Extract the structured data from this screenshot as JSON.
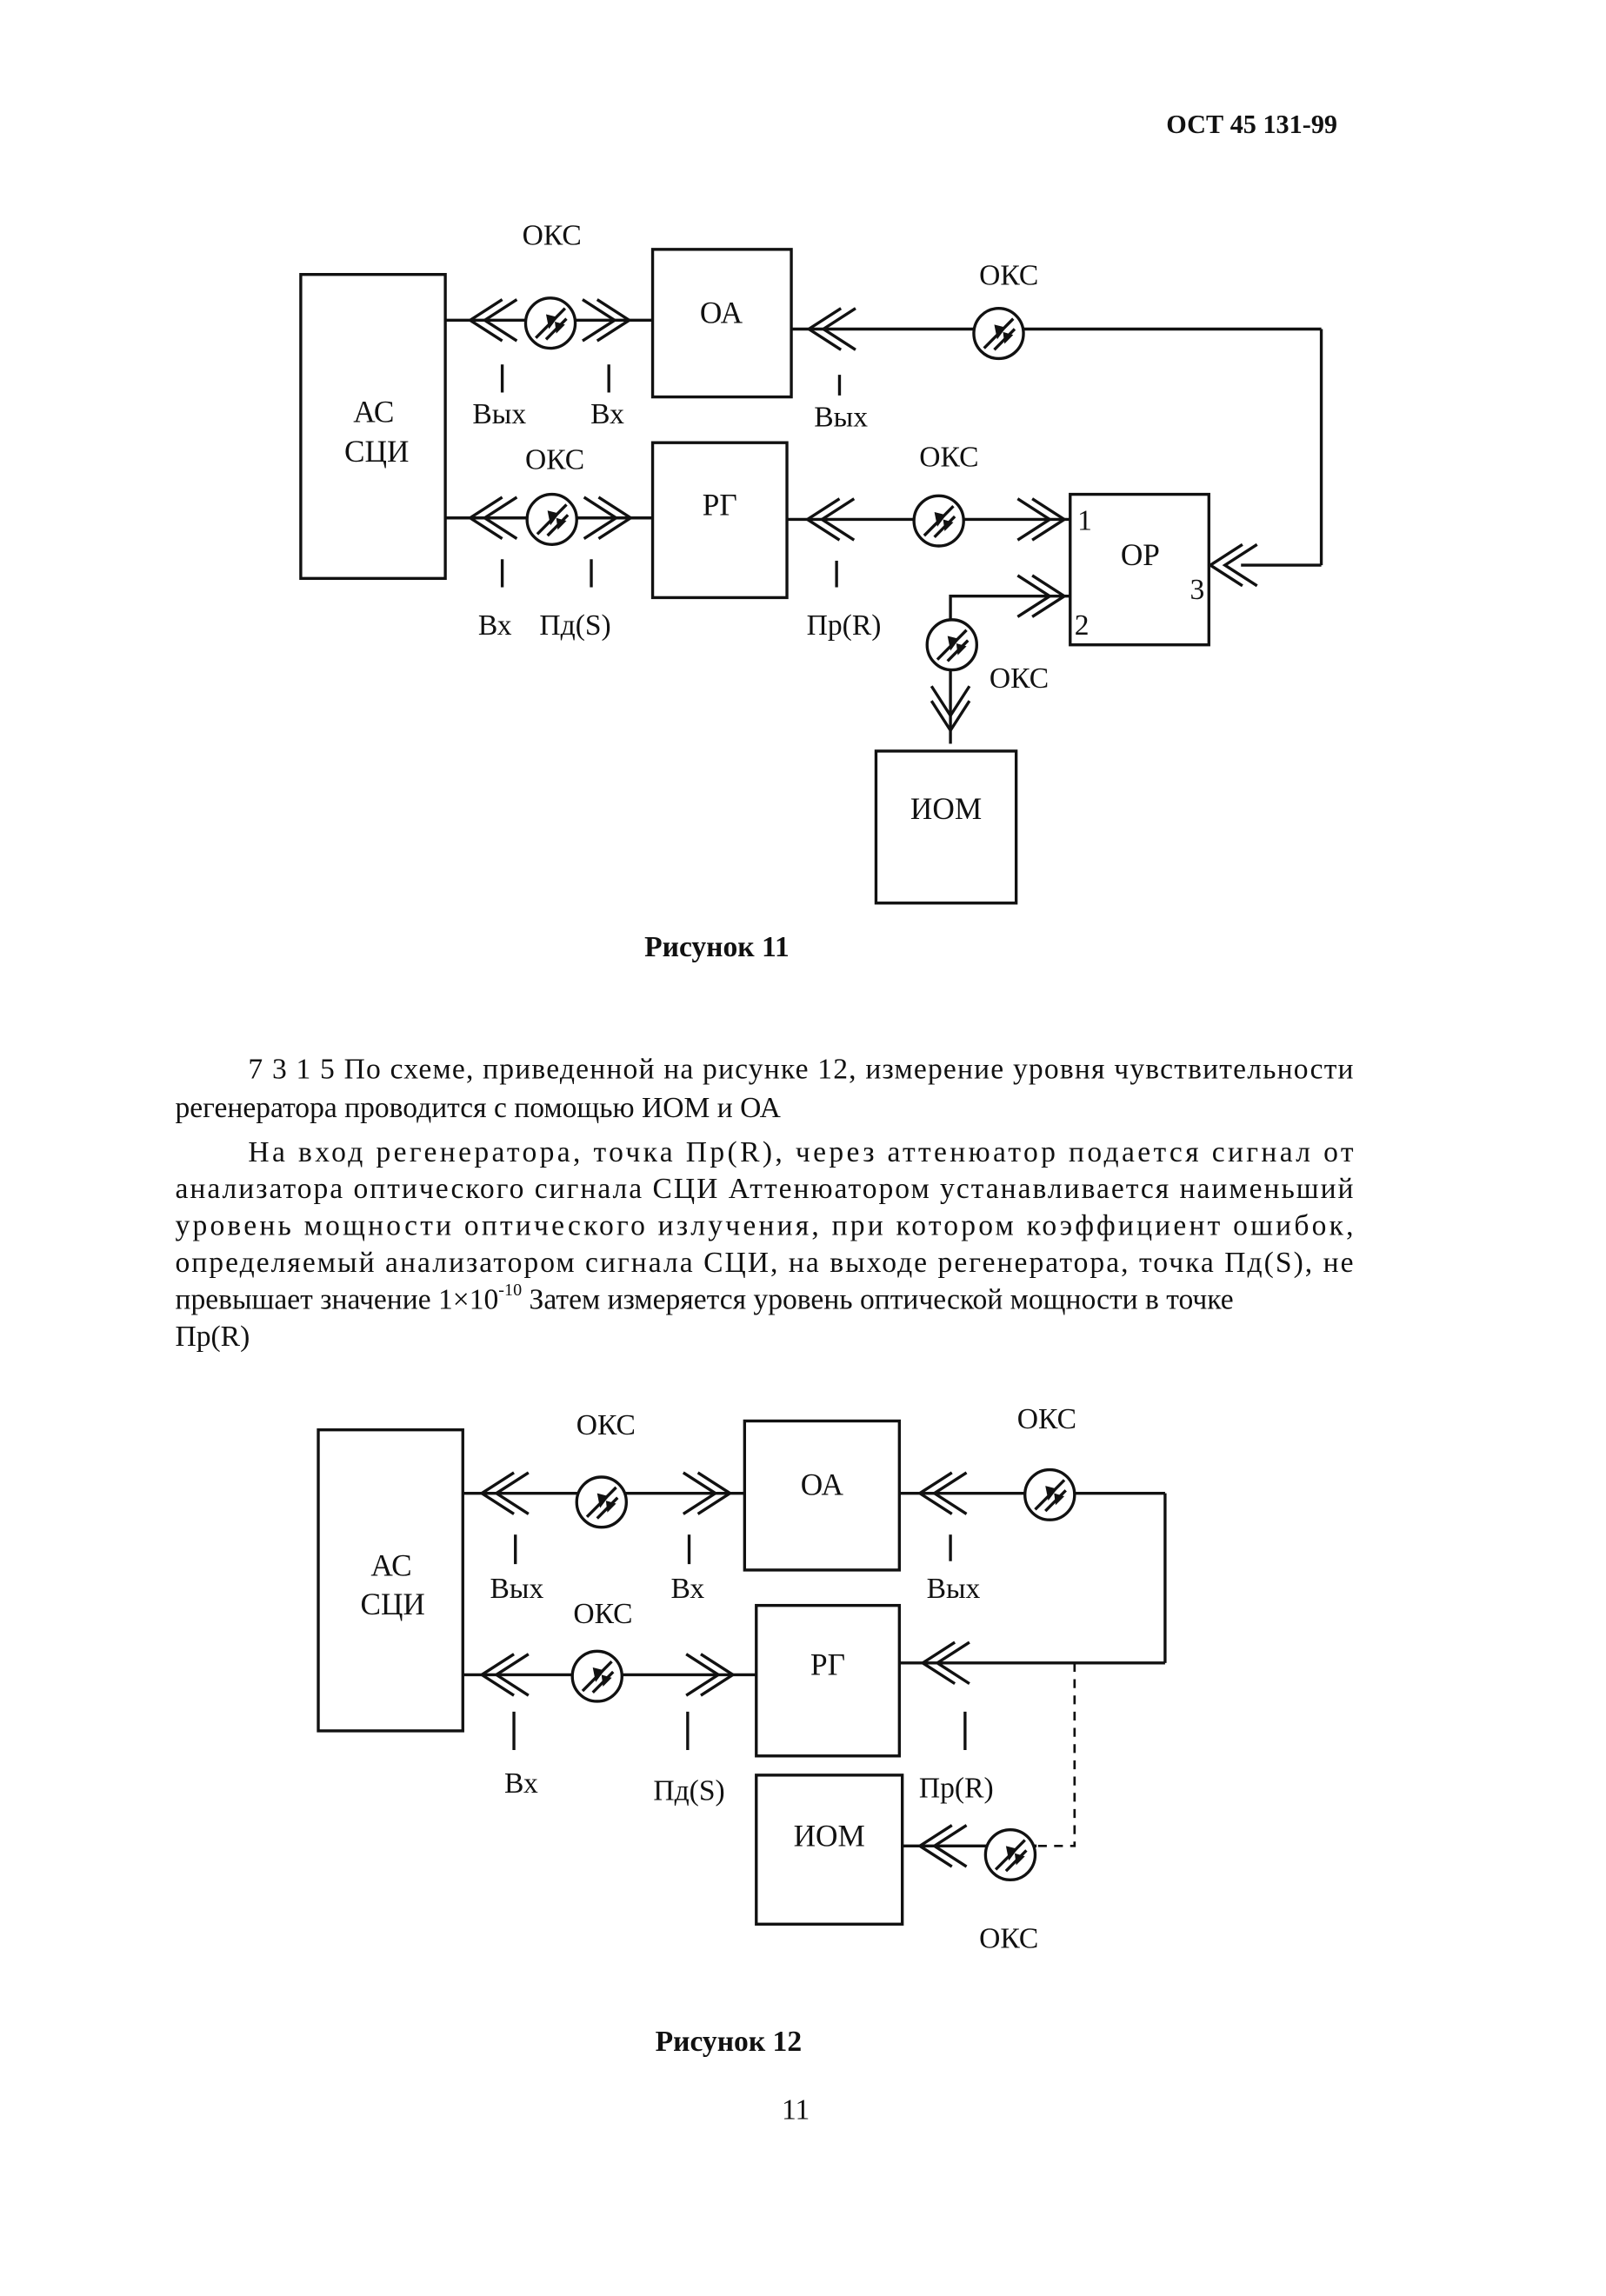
{
  "header": {
    "doc_code": "ОСТ 45 131-99"
  },
  "figure11": {
    "blocks": {
      "ac": [
        "АС",
        "СЦИ"
      ],
      "oa": "ОА",
      "rg": "РГ",
      "or": "ОР",
      "iom": "ИОМ"
    },
    "oks": "ОКС",
    "points": {
      "out_top": "Вых",
      "in_top": "Вх",
      "oa_out": "Вых",
      "in_bottom": "Вх",
      "pd_s": "Пд(S)",
      "pr_r": "Пр(R)"
    },
    "ports": [
      "1",
      "2",
      "3"
    ],
    "caption": "Рисунок 11"
  },
  "paragraphs": {
    "p1_lines": [
      "7 3 1 5 По схеме, приведенной на рисунке 12, измерение уровня чувствительности",
      "регенератора проводится с помощью ИОМ и ОА"
    ],
    "p2_lines": [
      "На вход регенератора, точка Пр(R), через аттенюатор подается сигнал от",
      "анализатора оптического сигнала СЦИ Аттенюатором устанавливается наименьший",
      "уровень мощности оптического излучения, при котором коэффициент ошибок,",
      "определяемый анализатором сигнала СЦИ, на выходе регенератора, точка Пд(S), не"
    ],
    "p2_line5_start": "превышает значение 1×10",
    "p2_line5_sup": "-10",
    "p2_line5_end": " Затем измеряется уровень оптической мощности в точке",
    "p2_line6": "Пр(R)"
  },
  "figure12": {
    "blocks": {
      "ac": [
        "АС",
        "СЦИ"
      ],
      "oa": "ОА",
      "rg": "РГ",
      "iom": "ИОМ"
    },
    "oks": "ОКС",
    "points": {
      "out_top": "Вых",
      "in_top": "Вх",
      "oa_out": "Вых",
      "in_bottom": "Вх",
      "pd_s": "Пд(S)",
      "pr_r": "Пр(R)"
    },
    "caption": "Рисунок 12"
  },
  "footer": {
    "page_number": "11"
  }
}
